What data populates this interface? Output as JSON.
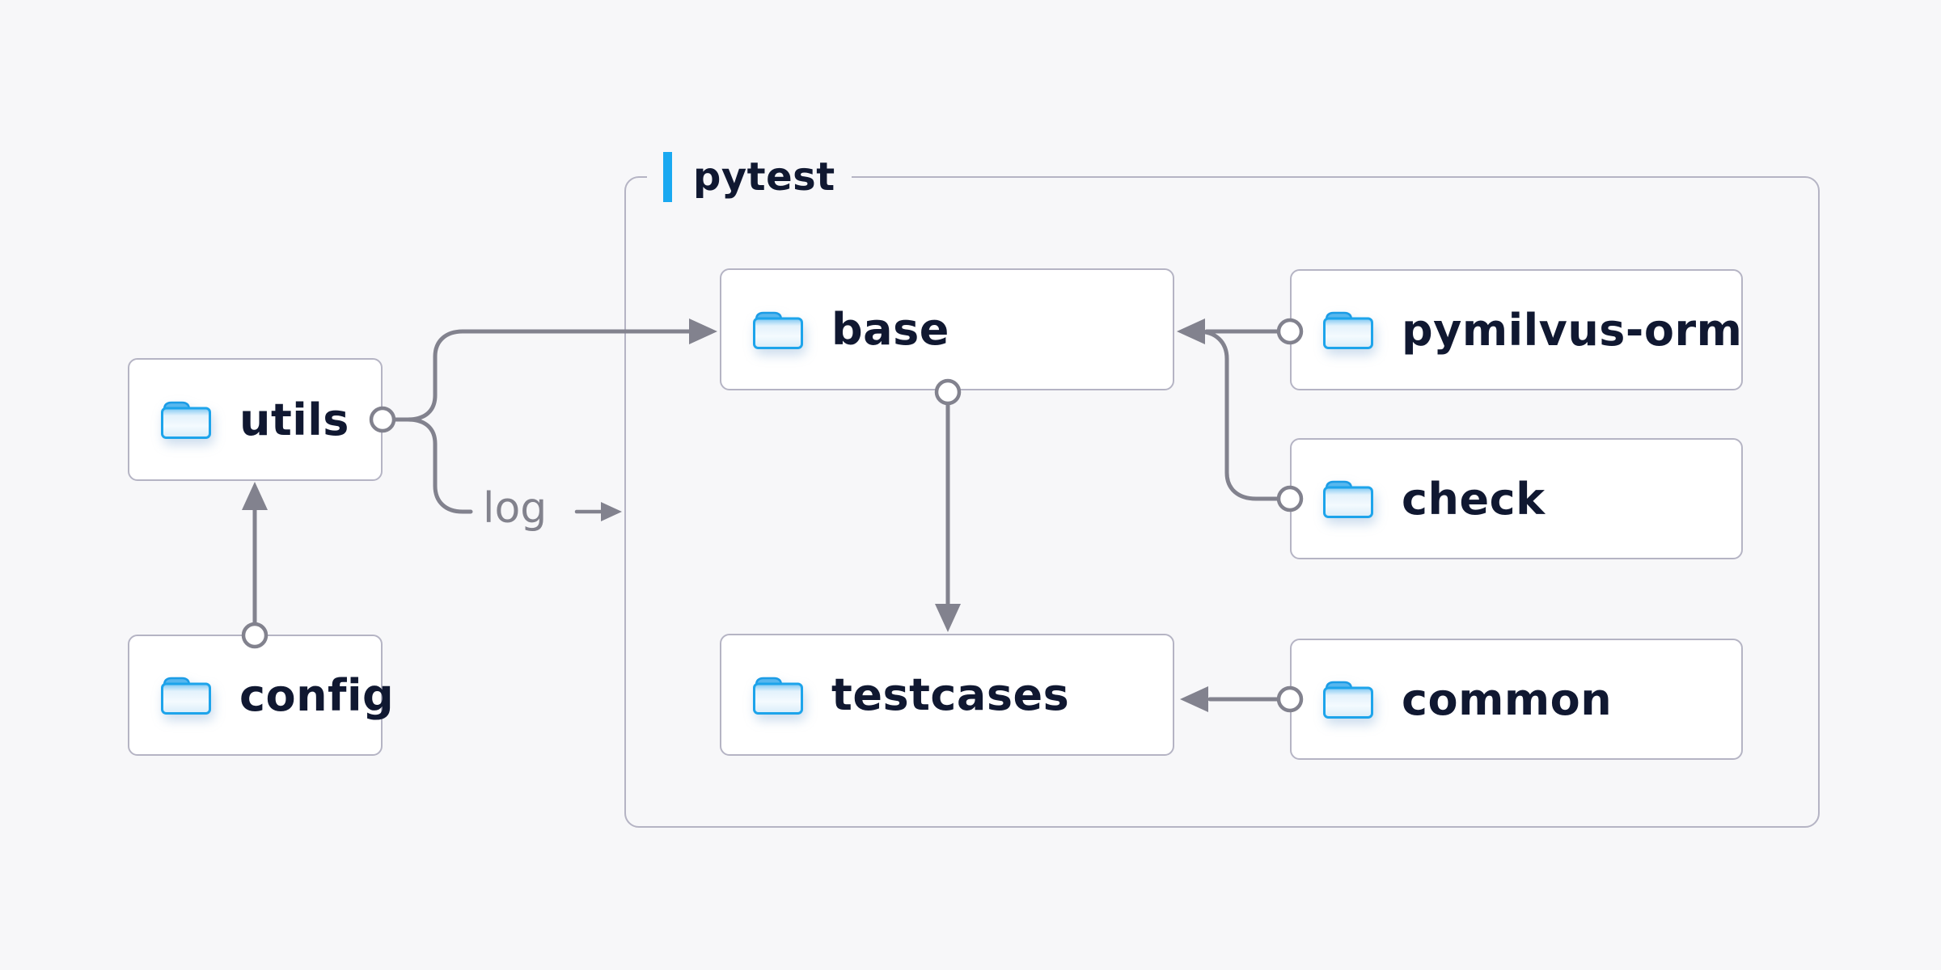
{
  "group_label": "pytest",
  "log_label": "log",
  "nodes": {
    "utils": {
      "label": "utils"
    },
    "config": {
      "label": "config"
    },
    "base": {
      "label": "base"
    },
    "testcases": {
      "label": "testcases"
    },
    "pymilvus_orm": {
      "label": "pymilvus-orm"
    },
    "check": {
      "label": "check"
    },
    "common": {
      "label": "common"
    }
  },
  "edges": [
    {
      "from": "config",
      "to": "utils"
    },
    {
      "from": "utils",
      "to": "base"
    },
    {
      "from": "utils",
      "to": "pytest",
      "label": "log"
    },
    {
      "from": "pymilvus-orm",
      "to": "base"
    },
    {
      "from": "check",
      "to": "base"
    },
    {
      "from": "base",
      "to": "testcases"
    },
    {
      "from": "common",
      "to": "testcases"
    }
  ],
  "colors": {
    "accent_blue": "#1aa9f1",
    "folder_blue": "#1da4eb",
    "line_gray": "#82828e",
    "border_gray": "#b5b4c4",
    "text_navy": "#101831",
    "background": "#f7f7f9",
    "node_background": "#ffffff"
  }
}
